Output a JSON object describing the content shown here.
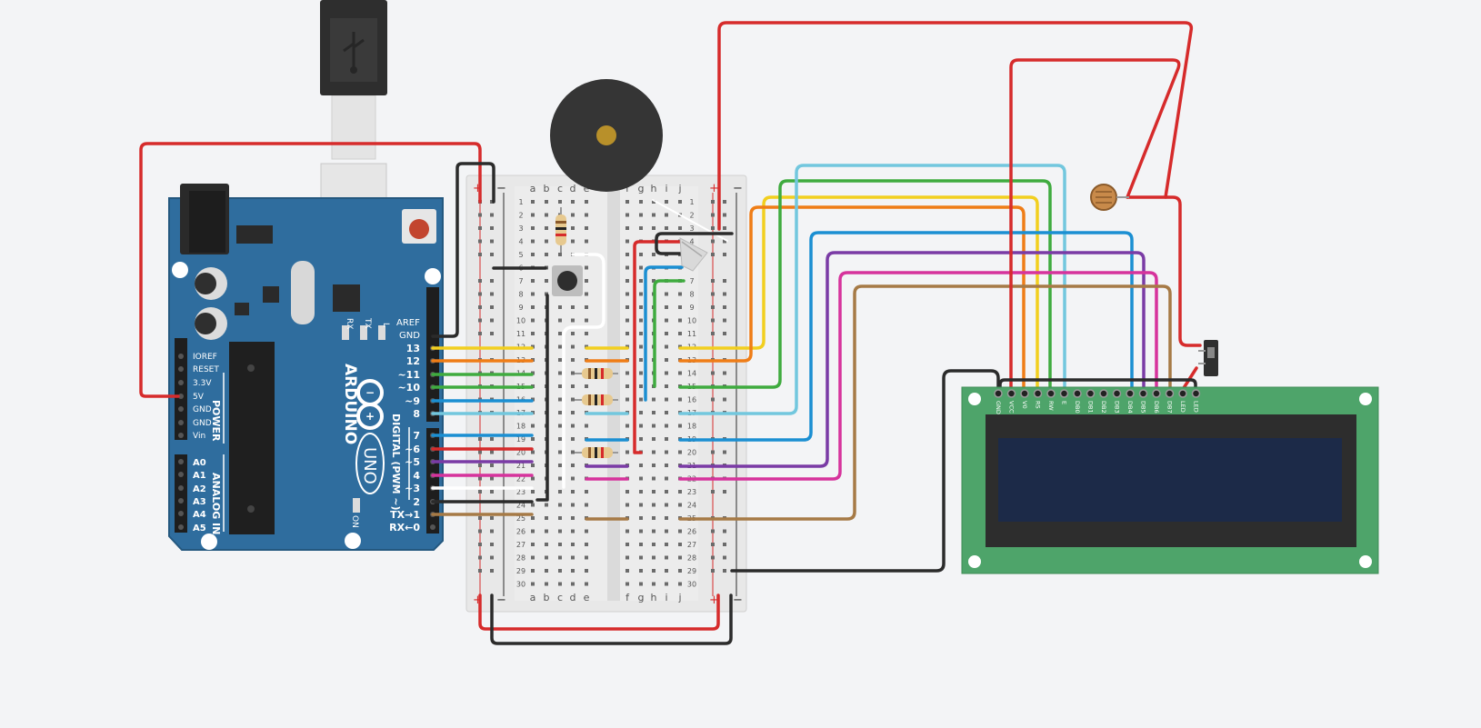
{
  "arduino": {
    "brand": "ARDUINO",
    "model": "UNO",
    "on_label": "ON",
    "tx_led": "TX",
    "rx_led": "RX",
    "l_led": "L",
    "power_header": "POWER",
    "analog_header": "ANALOG IN",
    "digital_header": "DIGITAL (PWM ~)",
    "aref": "AREF",
    "gnd": "GND",
    "digital_pins": [
      "13",
      "12",
      "~11",
      "~10",
      "~9",
      "8",
      "7",
      "~6",
      "~5",
      "4",
      "~3",
      "2",
      "TX→1",
      "RX←0"
    ],
    "power_pins": [
      "IOREF",
      "RESET",
      "3.3V",
      "5V",
      "GND",
      "GND",
      "Vin"
    ],
    "analog_pins": [
      "A0",
      "A1",
      "A2",
      "A3",
      "A4",
      "A5"
    ],
    "colors": {
      "board": "#2f6d9e",
      "board_edge": "#24587f"
    }
  },
  "breadboard": {
    "columns_left": [
      "a",
      "b",
      "c",
      "d",
      "e"
    ],
    "columns_right": [
      "f",
      "g",
      "h",
      "i",
      "j"
    ],
    "rows": 30,
    "rail_plus": "+",
    "rail_minus": "−"
  },
  "lcd": {
    "pin_labels": [
      "GND",
      "VCC",
      "V0",
      "RS",
      "RW",
      "E",
      "DB0",
      "DB1",
      "DB2",
      "DB3",
      "DB4",
      "DB5",
      "DB6",
      "DB7",
      "LED",
      "LED"
    ],
    "colors": {
      "pcb": "#4ea46a",
      "bezel": "#2d2d2d",
      "screen": "#1c2a48"
    }
  },
  "wire_colors": {
    "red": "#d62b2b",
    "black": "#2b2b2b",
    "yellow": "#f2cf1f",
    "orange": "#ef7d17",
    "green": "#3fab3f",
    "cyan": "#72c7de",
    "blue": "#1b8fd2",
    "purple": "#7a3ba5",
    "magenta": "#d6339c",
    "brown": "#a67a46",
    "white": "#ffffff"
  },
  "components": [
    "buzzer-icon",
    "pushbutton-icon",
    "resistor-icon",
    "rgb-led-icon",
    "photoresistor-icon",
    "slide-switch-icon",
    "usb-cable-icon"
  ]
}
